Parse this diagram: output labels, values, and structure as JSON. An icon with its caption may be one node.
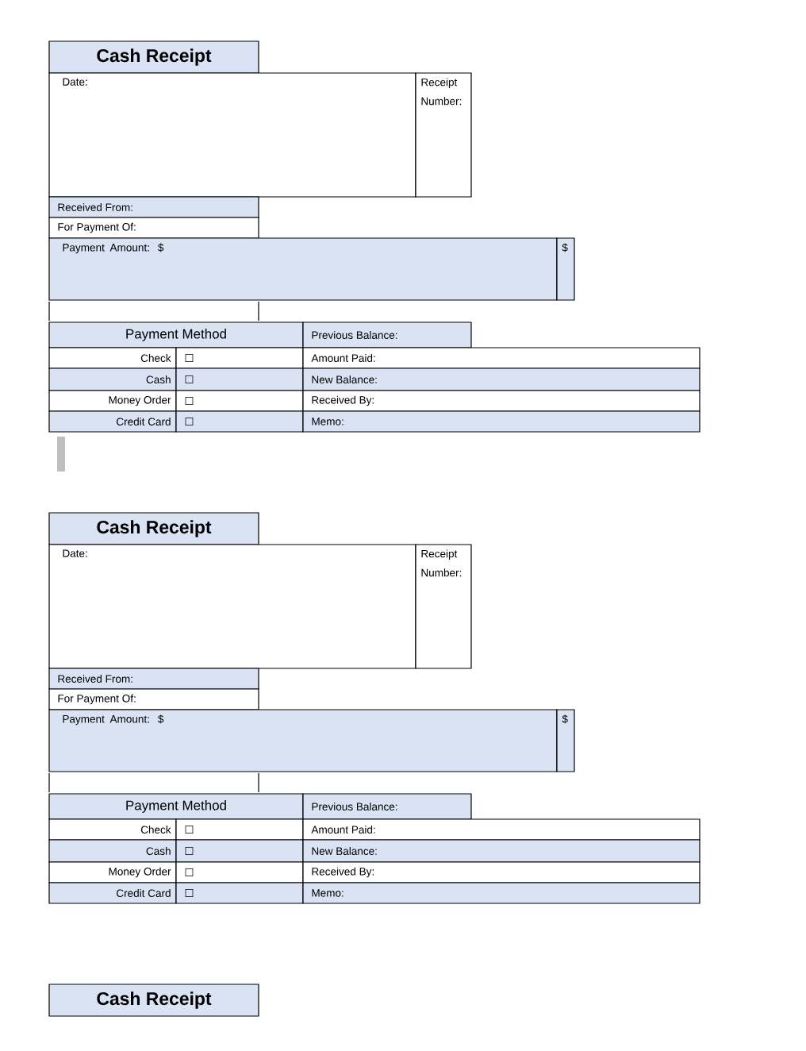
{
  "diagram": {
    "labels": [
      "Cash Receipt",
      "Date:",
      "Receipt Number:",
      "Received From:",
      "For Payment Of:",
      "Payment Amount: $",
      "$",
      "Payment Method",
      "Previous Balance:",
      "Check",
      "☐",
      "Amount Paid:",
      "Cash",
      "☐",
      "New Balance:",
      "Money Order",
      "☐",
      "Received By:",
      "Credit Card",
      "☐",
      "Memo:",
      "Cash Receipt",
      "Date:",
      "Receipt Number:",
      "Received From:",
      "For Payment Of:",
      "Payment Amount: $",
      "$",
      "Payment Method",
      "Previous Balance:",
      "Check",
      "☐",
      "Amount Paid:",
      "Cash",
      "☐",
      "New Balance:",
      "Money Order",
      "☐",
      "Received By:",
      "Credit Card",
      "☐",
      "Memo:",
      "Cash Receipt"
    ]
  }
}
